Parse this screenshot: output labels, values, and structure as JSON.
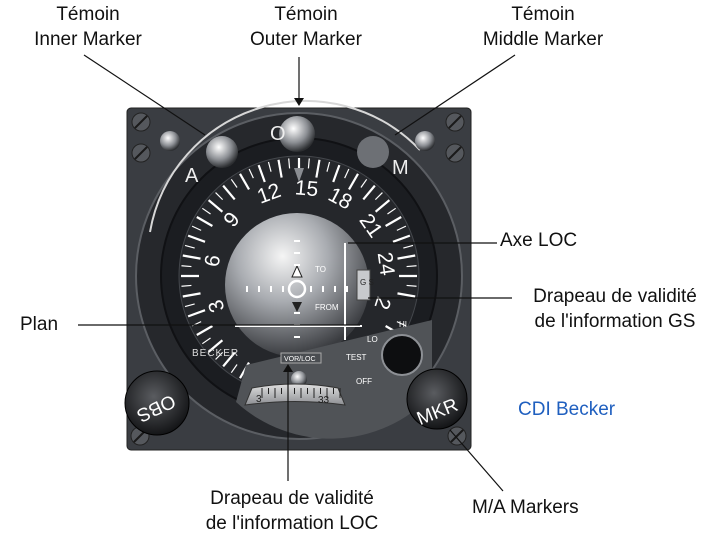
{
  "callouts": {
    "inner_marker": {
      "line1": "Témoin",
      "line2": "Inner Marker"
    },
    "outer_marker": {
      "line1": "Témoin",
      "line2": "Outer Marker"
    },
    "middle_marker": {
      "line1": "Témoin",
      "line2": "Middle Marker"
    },
    "axe_loc": "Axe LOC",
    "gs_flag": {
      "line1": "Drapeau de validité",
      "line2": "de l'information GS"
    },
    "plan": "Plan",
    "cdi_becker": "CDI Becker",
    "loc_flag": {
      "line1": "Drapeau de validité",
      "line2": "de l'information LOC"
    },
    "ma_markers": "M/A Markers"
  },
  "instrument": {
    "lamp_letters": {
      "outer": "O",
      "inner": "A",
      "middle": "M"
    },
    "brand": "BECKER",
    "knob_left": "OBS",
    "knob_right": "MKR",
    "compass_labels": [
      "3",
      "6",
      "9",
      "12",
      "15",
      "18",
      "21",
      "24",
      "2"
    ],
    "to": "TO",
    "from": "FROM",
    "gs_flag_letters": "G S",
    "vor_loc_flag": "VOR/LOC",
    "switch_labels": [
      "HI",
      "LO",
      "TEST",
      "OFF"
    ],
    "sub_scale": [
      "3",
      "33"
    ]
  },
  "colors": {
    "bezel": "#3a3d42",
    "face": "#1d1f23",
    "accent_blue": "#1f5fbf"
  }
}
